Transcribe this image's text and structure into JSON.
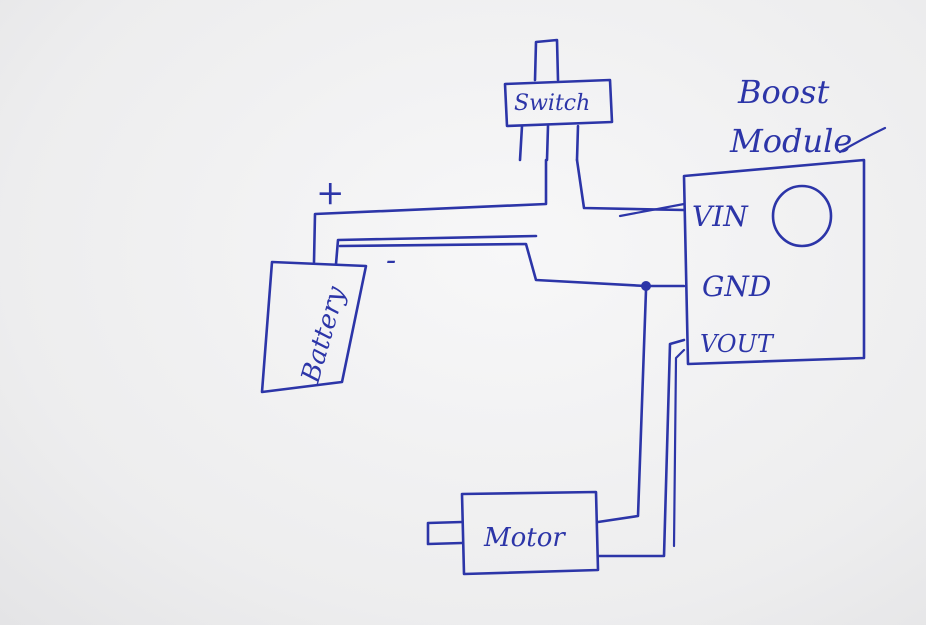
{
  "labels": {
    "switch": "Switch",
    "boost_title_line1": "Boost",
    "boost_title_line2": "Module",
    "vin": "VIN",
    "gnd": "GND",
    "vout": "VOUT",
    "battery": "Battery",
    "plus": "+",
    "minus": "-",
    "motor": "Motor"
  },
  "colors": {
    "ink": "#2c35a8",
    "paper": "#efeff0"
  }
}
